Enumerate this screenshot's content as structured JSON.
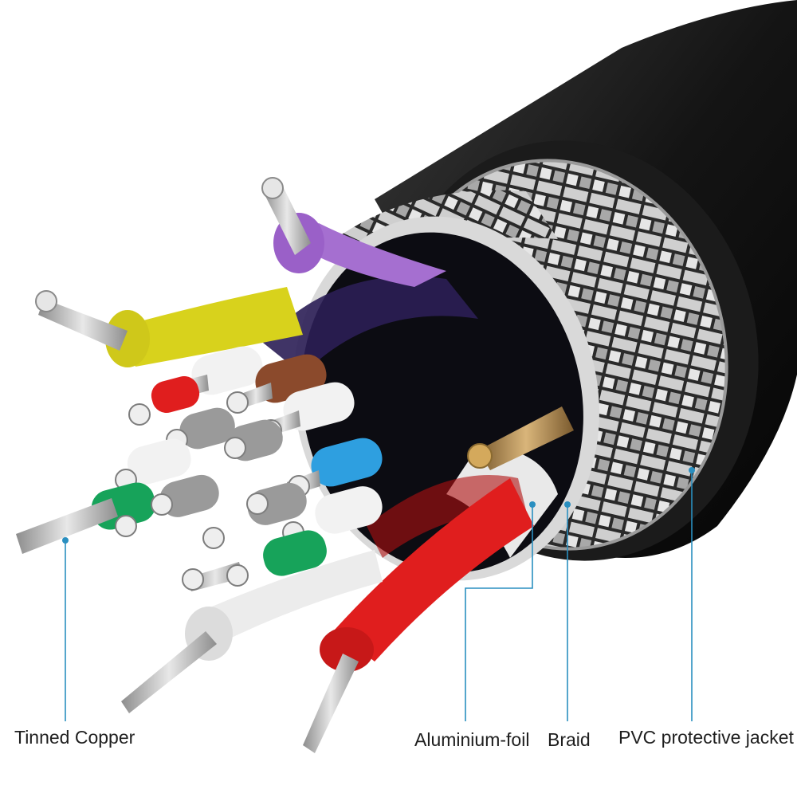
{
  "labels": {
    "tinned_copper": "Tinned Copper",
    "aluminium_foil": "Aluminium-foil",
    "braid": "Braid",
    "pvc_jacket": "PVC protective jacket"
  },
  "colors": {
    "leader_line": "#2a8fc0",
    "jacket": "#151515",
    "braid": "#b9b9b9",
    "foil": "#dcdcdc",
    "wire_purple": "#a56fd0",
    "wire_yellow": "#d8d21c",
    "wire_red": "#e01e1e",
    "wire_green": "#17a35a",
    "wire_blue": "#2e9fe0",
    "wire_brown": "#8b4a2c",
    "wire_white": "#f2f2f2",
    "wire_gray": "#9a9a9a"
  }
}
